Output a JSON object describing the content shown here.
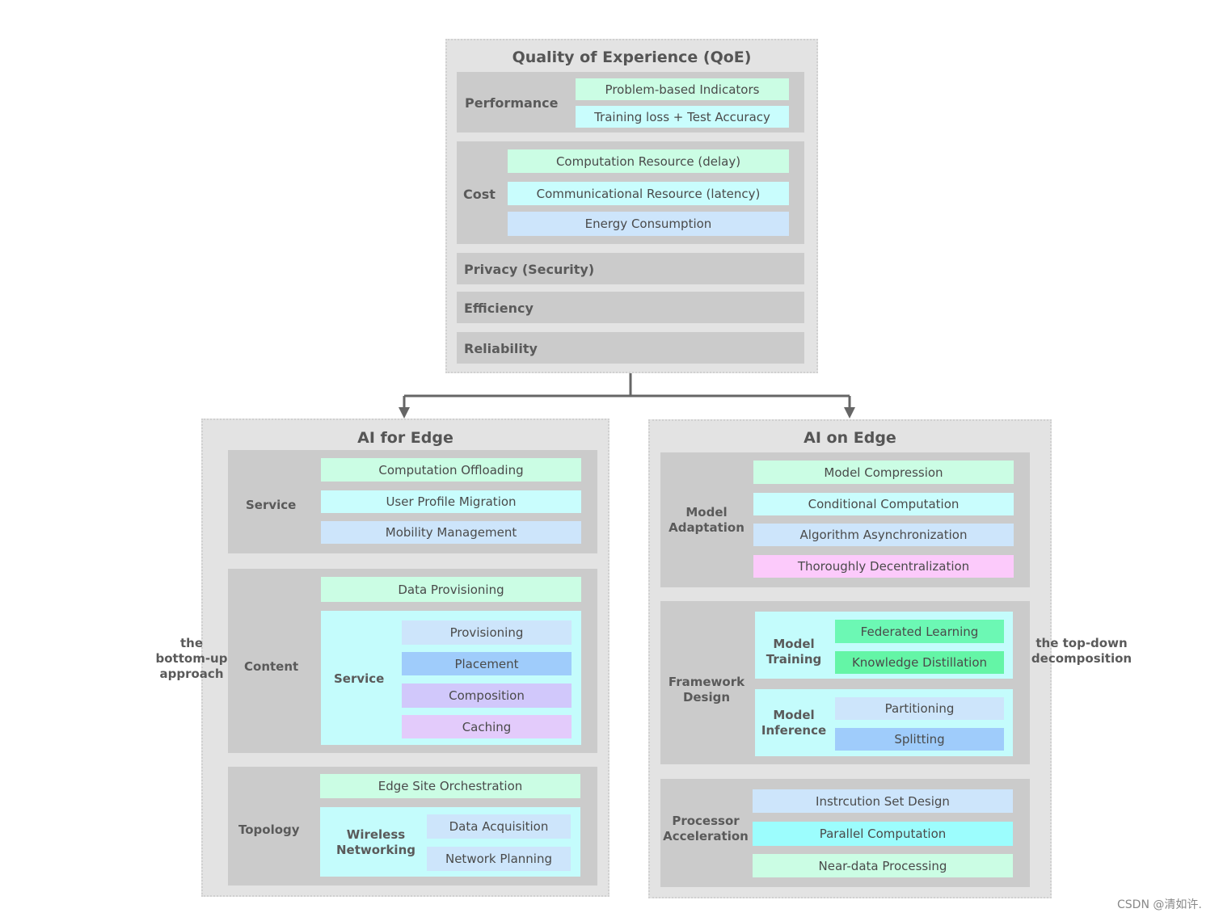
{
  "qoe": {
    "title": "Quality of Experience (QoE)",
    "performance": {
      "label": "Performance",
      "items": [
        "Problem-based Indicators",
        "Training loss + Test Accuracy"
      ]
    },
    "cost": {
      "label": "Cost",
      "items": [
        "Computation Resource (delay)",
        "Communicational Resource (latency)",
        "Energy Consumption"
      ]
    },
    "privacy": "Privacy (Security)",
    "efficiency": "Efficiency",
    "reliability": "Reliability"
  },
  "ai_for_edge": {
    "title": "AI for Edge",
    "service": {
      "label": "Service",
      "items": [
        "Computation Offloading",
        "User Profile Migration",
        "Mobility Management"
      ]
    },
    "content": {
      "label": "Content",
      "provisioning": "Data Provisioning",
      "service_label": "Service",
      "service_items": [
        "Provisioning",
        "Placement",
        "Composition",
        "Caching"
      ]
    },
    "topology": {
      "label": "Topology",
      "orchestration": "Edge Site Orchestration",
      "wireless_label": "Wireless Networking",
      "wireless_items": [
        "Data Acquisition",
        "Network Planning"
      ]
    },
    "side_label": "the bottom-up approach"
  },
  "ai_on_edge": {
    "title": "AI on Edge",
    "model_adaptation": {
      "label": "Model Adaptation",
      "items": [
        "Model Compression",
        "Conditional Computation",
        "Algorithm Asynchronization",
        "Thoroughly Decentralization"
      ]
    },
    "framework_design": {
      "label": "Framework Design",
      "training_label": "Model Training",
      "training_items": [
        "Federated Learning",
        "Knowledge Distillation"
      ],
      "inference_label": "Model Inference",
      "inference_items": [
        "Partitioning",
        "Splitting"
      ]
    },
    "processor": {
      "label": "Processor Acceleration",
      "items": [
        "Instrcution Set Design",
        "Parallel Computation",
        "Near-data Processing"
      ]
    },
    "side_label": "the top-down decomposition"
  },
  "watermark": "CSDN @清如许."
}
